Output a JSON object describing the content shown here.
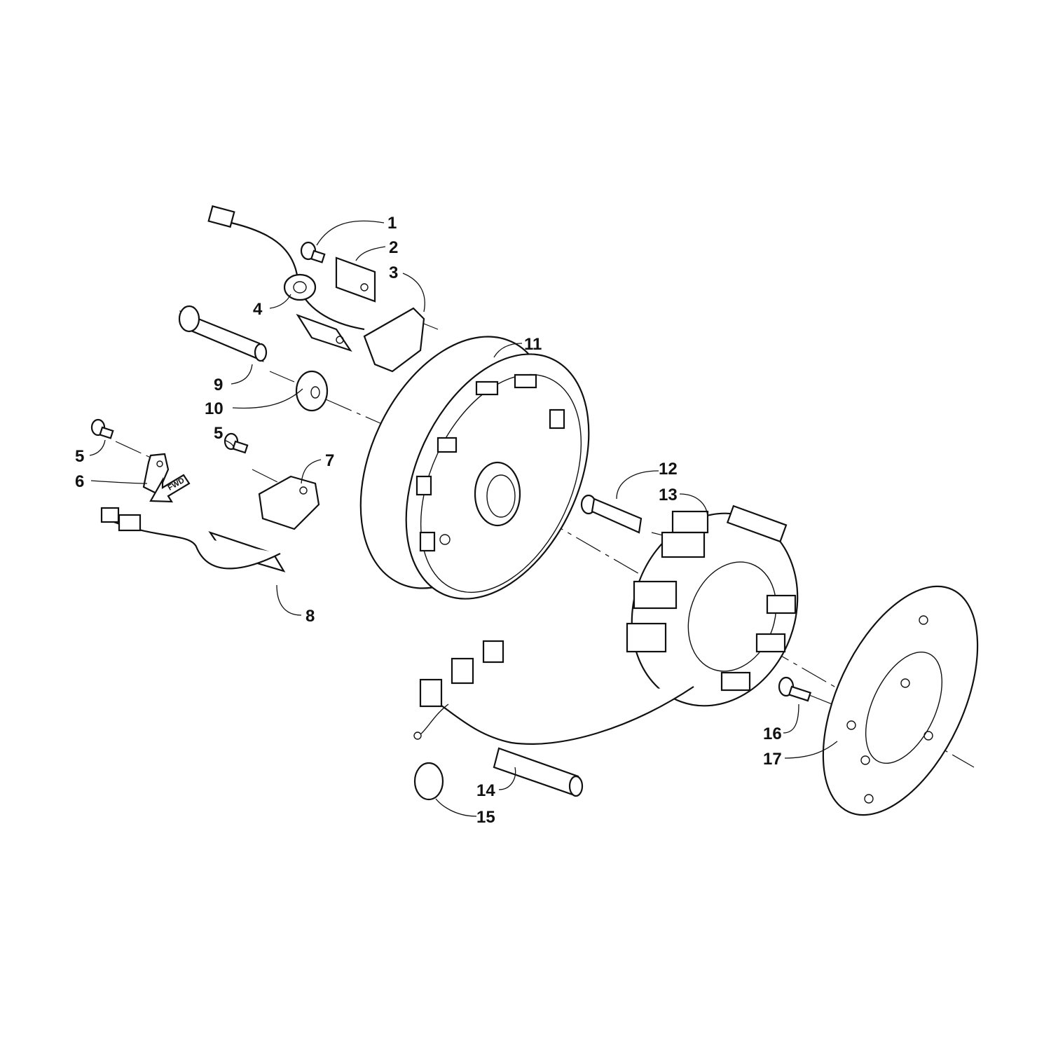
{
  "diagram": {
    "callouts": [
      {
        "id": "c1",
        "text": "1"
      },
      {
        "id": "c2",
        "text": "2"
      },
      {
        "id": "c3",
        "text": "3"
      },
      {
        "id": "c4",
        "text": "4"
      },
      {
        "id": "c5a",
        "text": "5"
      },
      {
        "id": "c5b",
        "text": "5"
      },
      {
        "id": "c6",
        "text": "6"
      },
      {
        "id": "c7",
        "text": "7"
      },
      {
        "id": "c8",
        "text": "8"
      },
      {
        "id": "c9",
        "text": "9"
      },
      {
        "id": "c10",
        "text": "10"
      },
      {
        "id": "c11",
        "text": "11"
      },
      {
        "id": "c12",
        "text": "12"
      },
      {
        "id": "c13",
        "text": "13"
      },
      {
        "id": "c14",
        "text": "14"
      },
      {
        "id": "c15",
        "text": "15"
      },
      {
        "id": "c16",
        "text": "16"
      },
      {
        "id": "c17",
        "text": "17"
      }
    ],
    "direction_arrow": {
      "text": "FWD"
    }
  }
}
